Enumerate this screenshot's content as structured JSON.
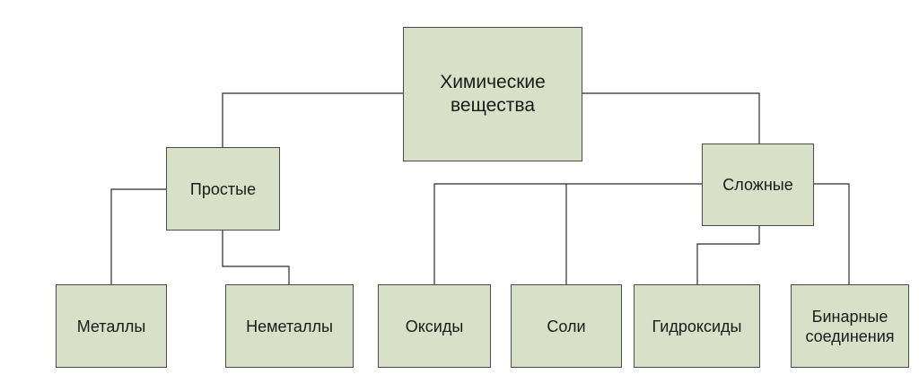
{
  "diagram": {
    "root": {
      "label": "Химические\nвещества"
    },
    "simple": {
      "label": "Простые"
    },
    "complex": {
      "label": "Сложные"
    },
    "metals": {
      "label": "Металлы"
    },
    "nonmetals": {
      "label": "Неметаллы"
    },
    "oxides": {
      "label": "Оксиды"
    },
    "salts": {
      "label": "Соли"
    },
    "hydroxides": {
      "label": "Гидроксиды"
    },
    "binary": {
      "label": "Бинарные\nсоединения"
    }
  },
  "colors": {
    "box_fill": "#d9e0c8",
    "box_border": "#4a4a4a",
    "connector": "#2b2b2b",
    "background": "#ffffff"
  }
}
